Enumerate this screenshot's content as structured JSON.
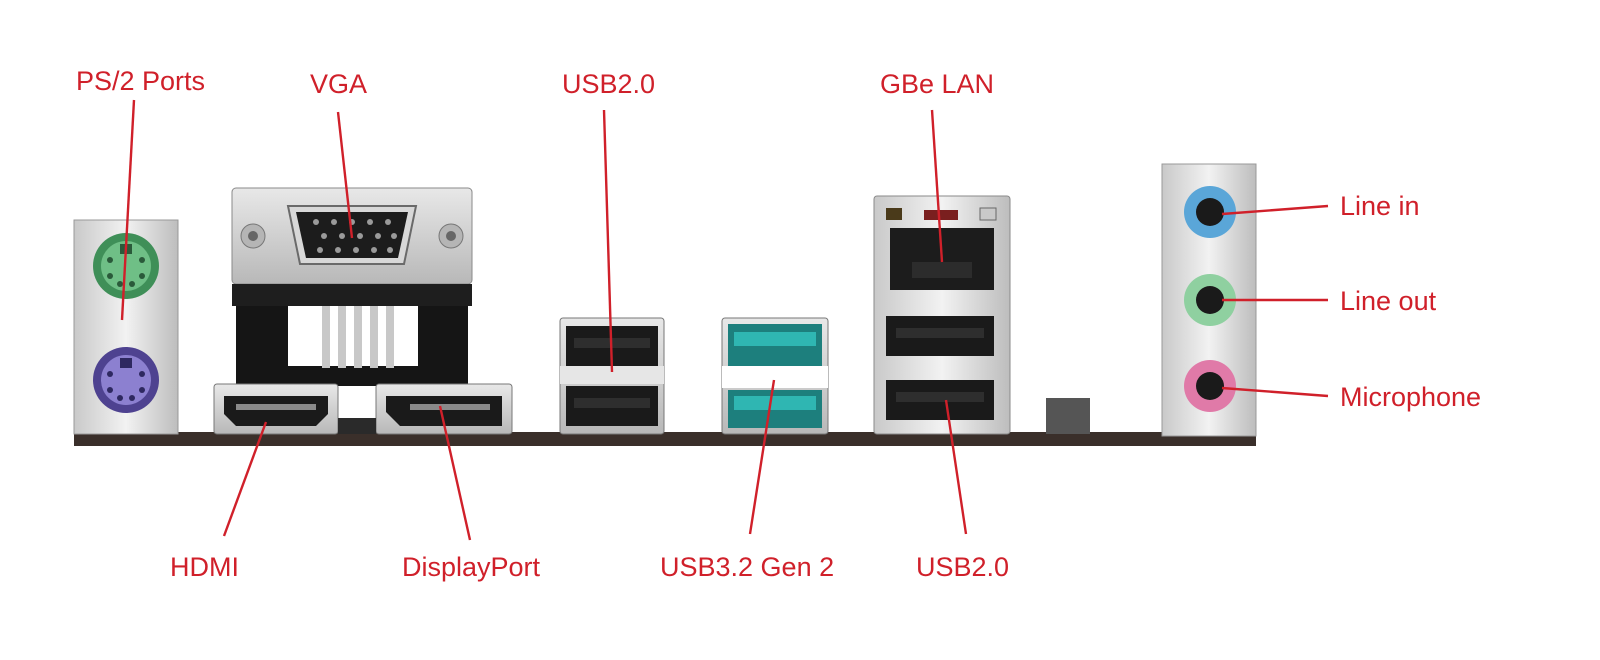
{
  "labels": {
    "ps2": "PS/2 Ports",
    "vga": "VGA",
    "usb20_top": "USB2.0",
    "gbe_lan": "GBe LAN",
    "line_in": "Line in",
    "line_out": "Line out",
    "microphone": "Microphone",
    "hdmi": "HDMI",
    "displayport": "DisplayPort",
    "usb32": "USB3.2 Gen 2",
    "usb20_bottom": "USB2.0"
  },
  "colors": {
    "label_red": "#d0202a",
    "ps2_keyboard": "#5a9a5e",
    "ps2_mouse": "#6b5fb0",
    "usb3_teal": "#1f9a98",
    "audio_line_in": "#5aa6d8",
    "audio_line_out": "#8fd0a0",
    "audio_mic": "#e07aa8",
    "pcb": "#3a2f2a"
  },
  "icons": {
    "ps2_keyboard": "ps2-keyboard-port-icon",
    "ps2_mouse": "ps2-mouse-port-icon",
    "vga": "vga-port-icon",
    "hdmi": "hdmi-port-icon",
    "displayport": "displayport-icon",
    "usb": "usb-port-icon",
    "lan": "rj45-lan-port-icon",
    "audio": "audio-jack-icon"
  }
}
